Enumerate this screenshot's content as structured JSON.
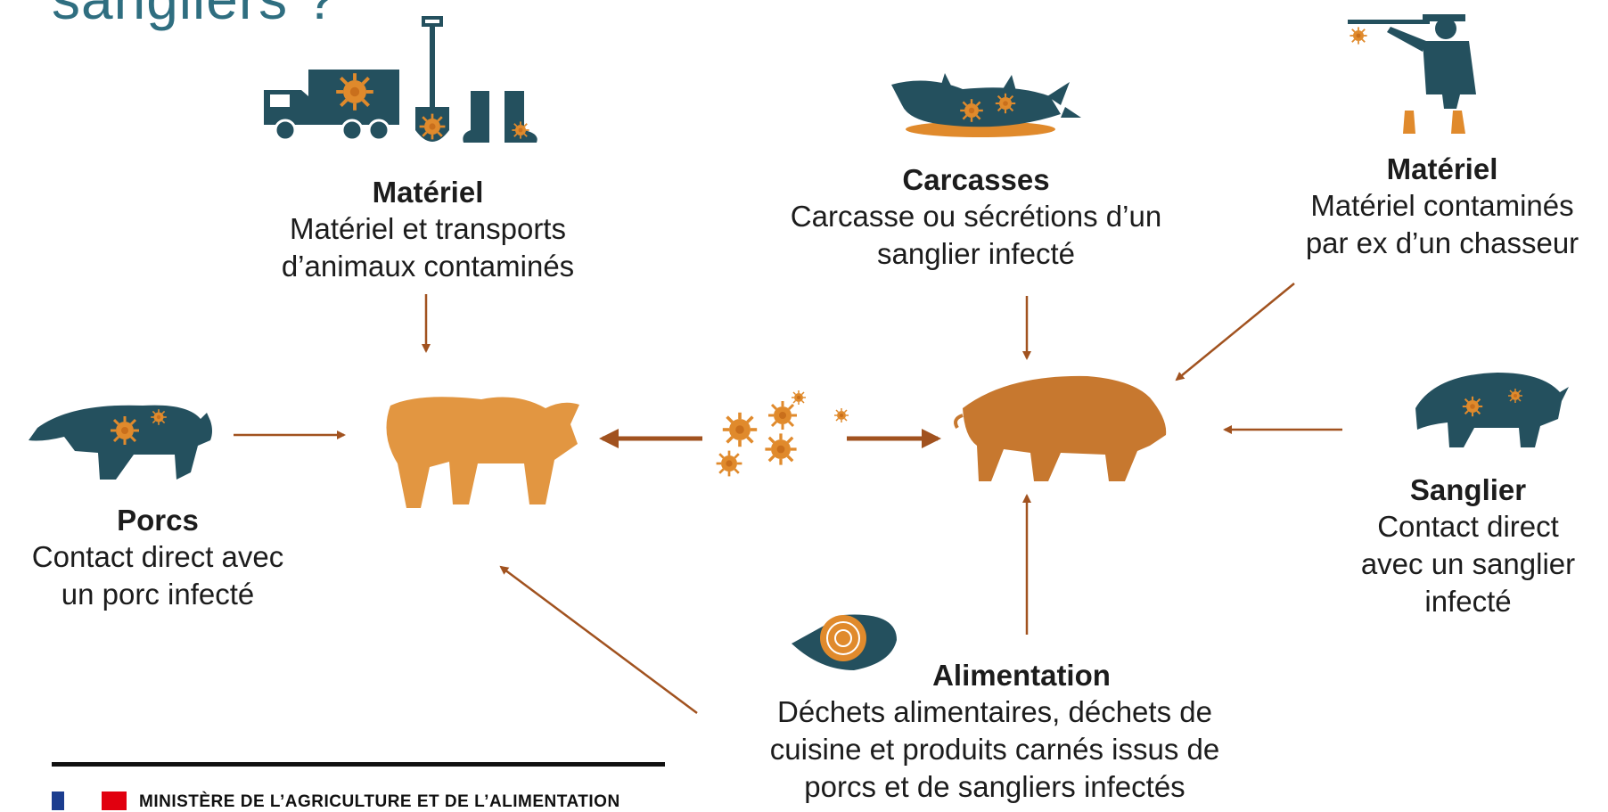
{
  "page": {
    "title_fragment": "sangliers ?"
  },
  "colors": {
    "teal": "#24505e",
    "virus_orange": "#e08a2c",
    "pig_orange": "#e29641",
    "boar_brown": "#c7782f",
    "arrow_brown": "#a1521f"
  },
  "nodes": {
    "materiel_transport": {
      "heading": "Matériel",
      "description": "Matériel et transports\nd’animaux contaminés",
      "icons": [
        "truck-icon",
        "shovel-icon",
        "boots-icon"
      ]
    },
    "carcasses": {
      "heading": "Carcasses",
      "description": "Carcasse ou sécrétions d’un\nsanglier infecté",
      "icon": "carcass-icon"
    },
    "materiel_chasseur": {
      "heading": "Matériel",
      "description": "Matériel contaminés\npar ex d’un chasseur",
      "icon": "hunter-icon"
    },
    "porcs": {
      "heading": "Porcs",
      "description": "Contact direct avec\nun porc infecté",
      "icon": "pig-icon"
    },
    "sanglier": {
      "heading": "Sanglier",
      "description": "Contact direct\navec un sanglier\ninfecté",
      "icon": "boar-icon"
    },
    "alimentation": {
      "heading": "Alimentation",
      "description": "Déchets alimentaires, déchets de\ncuisine et produits carnés issus de\nporcs et de sangliers infectés",
      "icon": "food-sandwich-icon"
    },
    "center_pig": {
      "icon": "domestic-pig-icon"
    },
    "center_boar": {
      "icon": "wild-boar-icon"
    },
    "virus_cluster": {
      "icon": "virus-cluster-icon"
    }
  },
  "footer": {
    "ministry": "MINISTÈRE DE L’AGRICULTURE ET DE L’ALIMENTATION",
    "flag_colors": [
      "#1b3d8f",
      "#ffffff",
      "#e1000f"
    ]
  }
}
